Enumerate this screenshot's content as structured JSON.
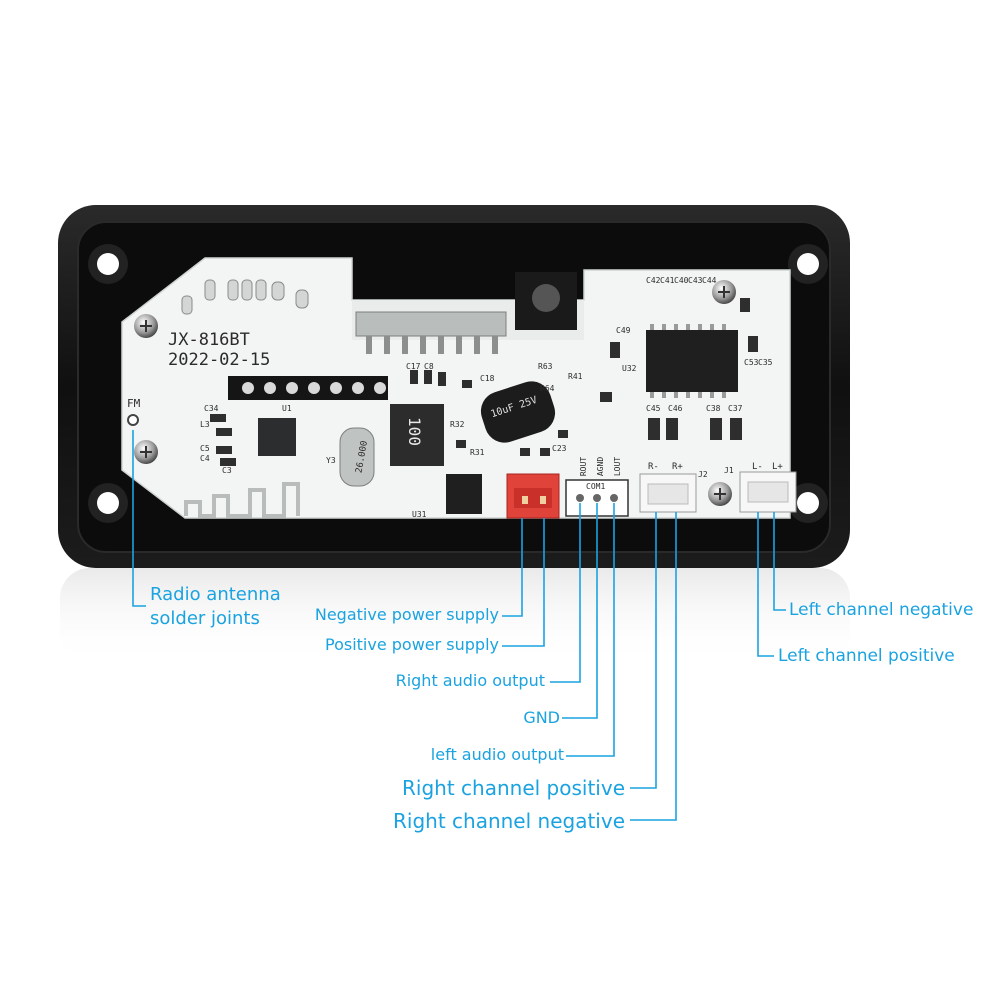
{
  "board": {
    "model": "JX-816BT",
    "date": "2022-02-15",
    "fm_label": "FM",
    "crystal_label": "26.000",
    "inductor_label": "100",
    "capacitor_label": "10uF 25V",
    "connector_silk": [
      "ROUT",
      "AGND",
      "LOUT"
    ],
    "com_label": "COM1",
    "right_conn_silk": [
      "R-",
      "R+"
    ],
    "left_conn_silk": [
      "L-",
      "L+"
    ],
    "small_labels": [
      "C34",
      "U1",
      "L3",
      "C5",
      "C4",
      "C3",
      "Y3",
      "U31",
      "C17",
      "C8",
      "C18",
      "R63",
      "R64",
      "R41",
      "R32",
      "R31",
      "C23",
      "C42",
      "C41",
      "C40",
      "C43",
      "C44",
      "C49",
      "U32",
      "C53",
      "C35",
      "C45",
      "C46",
      "C38",
      "C37",
      "J2",
      "J1"
    ]
  },
  "callouts": {
    "antenna": [
      "Radio antenna",
      "solder joints"
    ],
    "neg_power": "Negative power supply",
    "pos_power": "Positive power supply",
    "right_audio": "Right audio output",
    "gnd": "GND",
    "left_audio": "left audio output",
    "right_pos": "Right channel positive",
    "right_neg": "Right channel negative",
    "left_neg": "Left channel negative",
    "left_pos": "Left channel positive"
  },
  "colors": {
    "callout_text": "#1aa3e0",
    "leader_line": "#1aa3e0",
    "frame": "#141414",
    "pcb": "#f3f5f4",
    "red_connector": "#e0433a"
  }
}
